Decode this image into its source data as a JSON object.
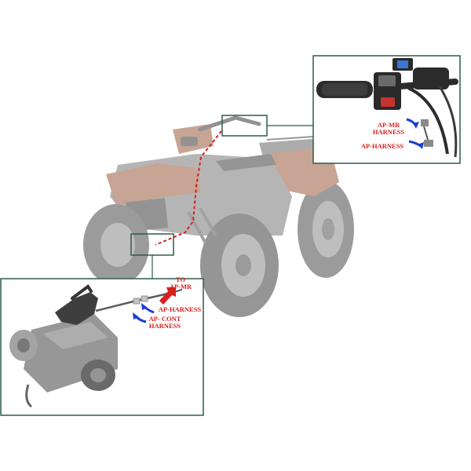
{
  "labels": {
    "ap_mr_harness_top": "AP-MR",
    "ap_mr_harness_bottom": "HARNESS",
    "ap_harness_right": "AP-HARNESS",
    "to_label": "TO",
    "to_target": "AP-MR",
    "ap_harness_left": "AP-HARNESS",
    "ap_cont_top": "AP- CONT",
    "ap_cont_bottom": "HARNESS"
  },
  "colors": {
    "label_red": "#d81e1e",
    "arrow_blue": "#1a3fd6",
    "arrow_red": "#d81e1e",
    "callout_border": "#2f5a50",
    "atv_gray": "#6f6f6f",
    "atv_accent": "#9a5b3c",
    "harness_dash": "#d81e1e"
  },
  "icons": {
    "right_arrow_1": "curved-arrow-icon",
    "right_arrow_2": "curved-arrow-icon",
    "left_arrow_1": "curved-arrow-icon",
    "left_arrow_2": "curved-arrow-icon",
    "red_arrow": "arrow-icon"
  }
}
